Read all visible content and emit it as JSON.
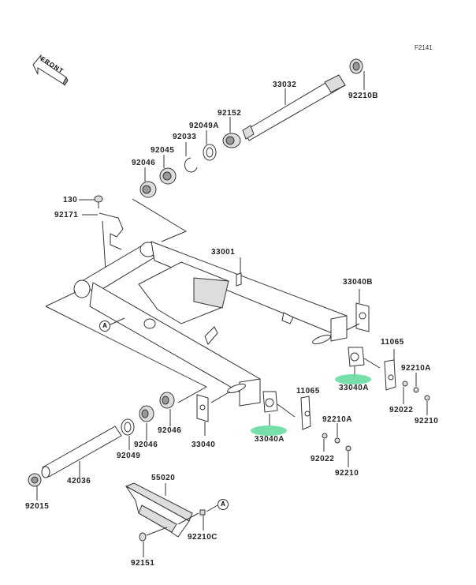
{
  "figure_id": "F2141",
  "front_arrow_text": "FRONT",
  "reference_marker": "A",
  "highlight_color": "#5fd99a",
  "parts": {
    "p33032": "33032",
    "p92210B": "92210B",
    "p92152": "92152",
    "p92049A": "92049A",
    "p92033": "92033",
    "p92045": "92045",
    "p92046_top": "92046",
    "p130": "130",
    "p92171": "92171",
    "p33001": "33001",
    "p33040B": "33040B",
    "p11065_right": "11065",
    "p92210A_right": "92210A",
    "p33040A_right": "33040A",
    "p92022_right": "92022",
    "p92210_right": "92210",
    "p11065_left": "11065",
    "p92210A_left": "92210A",
    "p33040A_left": "33040A",
    "p92022_left": "92022",
    "p92210_left": "92210",
    "p33040": "33040",
    "p92046_mid": "92046",
    "p92046_low": "92046",
    "p92049": "92049",
    "p42036": "42036",
    "p92015": "92015",
    "p55020": "55020",
    "p92210C": "92210C",
    "p92151": "92151"
  },
  "highlighted_parts": [
    "33040A",
    "33040A"
  ]
}
